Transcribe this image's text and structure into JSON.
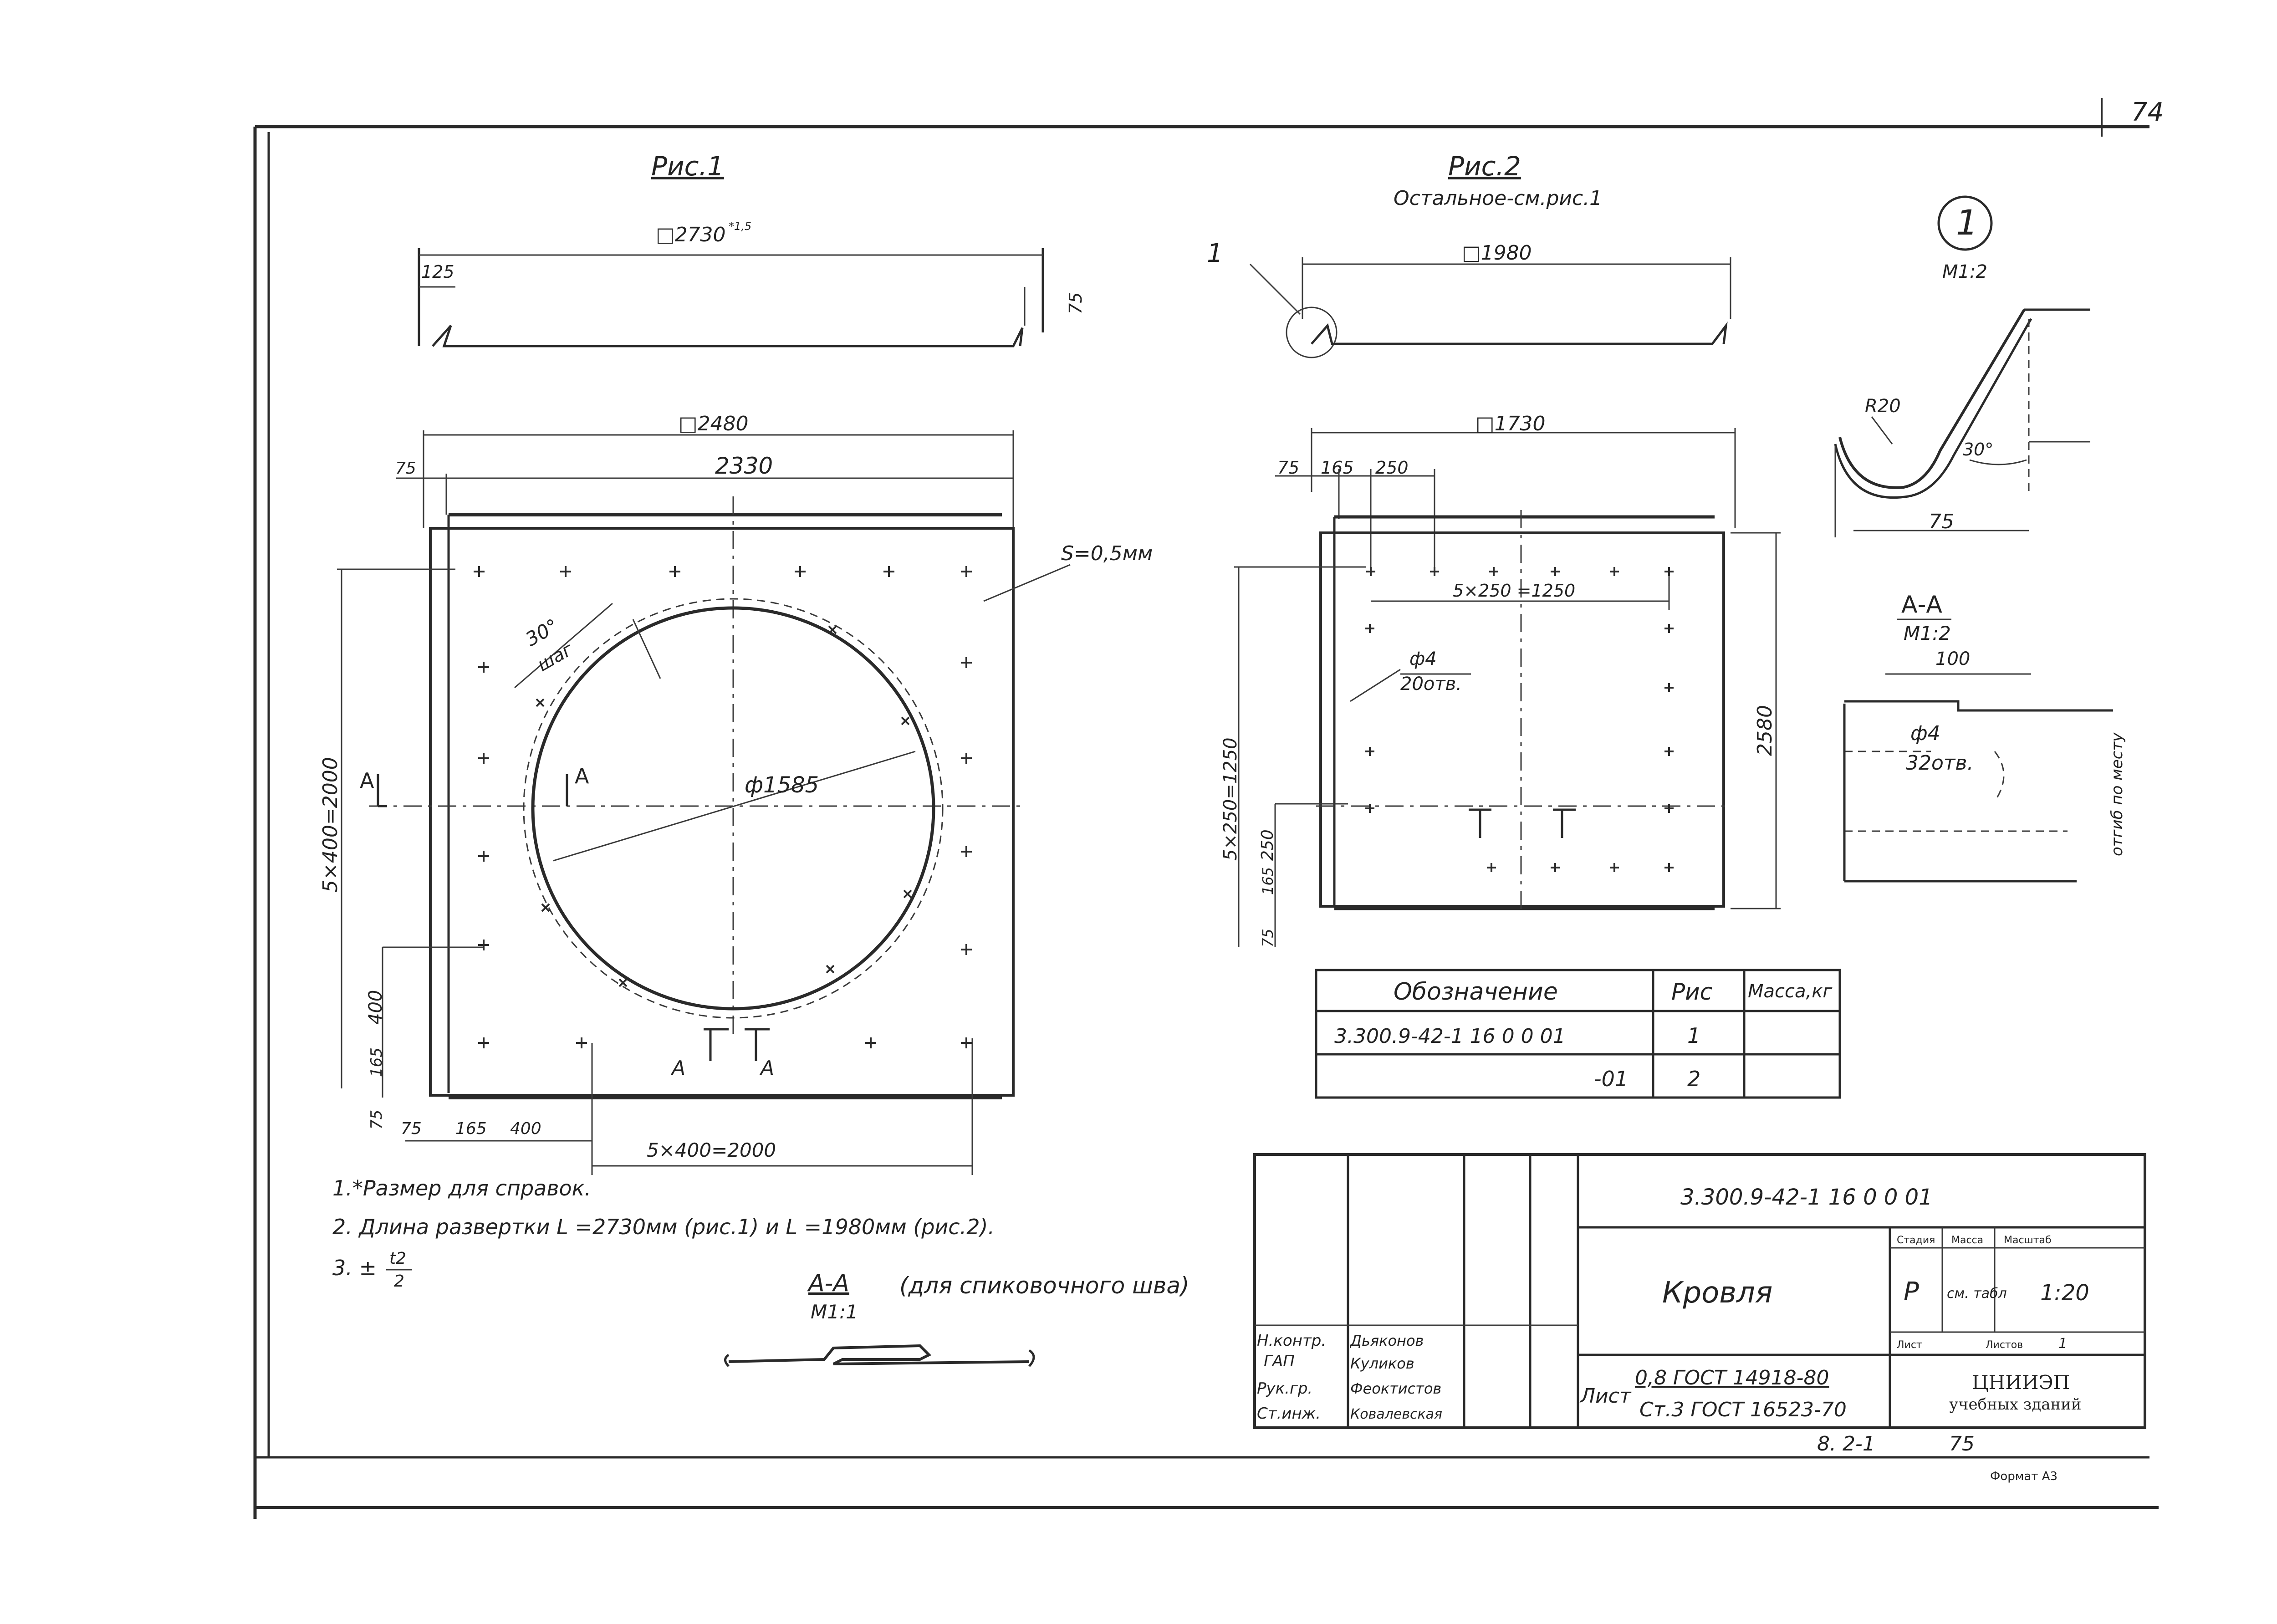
{
  "sheet": {
    "page_number": "74",
    "figure1_title": "Рис.1",
    "figure2_title": "Рис.2",
    "figure2_subtitle": "Остальное-см.рис.1",
    "detail_number": "1",
    "detail_scale": "M1:2",
    "bottom_code": "8. 2-1",
    "bottom_page": "75",
    "format_label": "Формат А3"
  },
  "fig1": {
    "overall_dim": "□2730",
    "overall_dim_sup": "*1,5",
    "edge_dim": "125",
    "height_dim": "75",
    "plate_dim": "□2480",
    "inner_dim": "2330",
    "left_offset": "75",
    "thickness": "S=0,5мм",
    "angle_label": "30°",
    "step_label": "шаг",
    "diameter": "ф1585",
    "section_mark": "А",
    "vertical_dim": "5×400=2000",
    "dim_400": "400",
    "dim_165": "165",
    "dim_75": "75",
    "bottom_dim_75": "75",
    "bottom_dim_165": "165",
    "bottom_dim_400": "400",
    "bottom_total": "5×400=2000",
    "section_label_A": "А"
  },
  "fig2": {
    "leader_number": "1",
    "overall_dim": "□1980",
    "plate_dim": "□1730",
    "dim_75": "75",
    "dim_165": "165",
    "dim_250": "250",
    "hole_row_dim": "5×250 =1250",
    "hole_spec": "ф4",
    "hole_count": "20отв.",
    "height_dim": "2580",
    "vertical_dim": "5×250=1250",
    "v_250": "250",
    "v_165": "165",
    "v_75": "75"
  },
  "detail1": {
    "radius": "R20",
    "angle": "30°",
    "width": "75"
  },
  "section_AA": {
    "title": "А-А",
    "scale": "M1:2",
    "dim": "100",
    "hole": "ф4",
    "hole_count": "32отв.",
    "note": "отгиб по месту"
  },
  "table": {
    "headers": [
      "Обозначение",
      "Рис",
      "Масса,кг"
    ],
    "rows": [
      [
        "3.300.9-42-1 16 0 0 01",
        "1",
        ""
      ],
      [
        "-01",
        "2",
        ""
      ]
    ]
  },
  "notes": [
    "1.*Размер для справок.",
    "2. Длина развертки L =2730мм (рис.1) и L =1980мм (рис.2).",
    "3. ±"
  ],
  "note3_fraction": {
    "num": "t2",
    "den": "2"
  },
  "seam": {
    "title": "А-А",
    "subtitle": "(для спиковочного шва)",
    "scale": "M1:1"
  },
  "title_block": {
    "code": "3.300.9-42-1 16 0 0 01",
    "name": "Кровля",
    "stage_header": "Стадия",
    "mass_header": "Масса",
    "scale_header": "Масштаб",
    "stage": "Р",
    "mass": "см. табл",
    "scale": "1:20",
    "sheet_label": "Лист",
    "sheets_label": "Листов",
    "sheets_value": "1",
    "roles": [
      "Н.контр.",
      "ГАП",
      "Рук.гр.",
      "Ст.инж."
    ],
    "names": [
      "Дьяконов",
      "Куликов",
      "Феоктистов",
      "Ковалевская"
    ],
    "material_label": "Лист",
    "material_line1": "0,8 ГОСТ 14918-80",
    "material_line2": "Ст.3 ГОСТ 16523-70",
    "org_line1": "ЦНИИЭП",
    "org_line2": "учебных зданий"
  }
}
